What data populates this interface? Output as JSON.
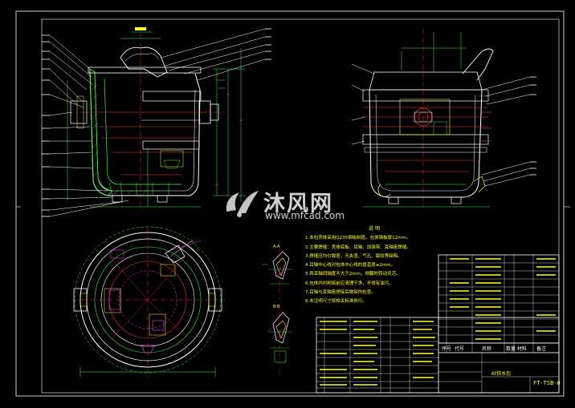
{
  "watermark": {
    "brand": "沐风网",
    "url": "www.mfcad.com"
  },
  "notes": {
    "title": "说 明",
    "lines": [
      "1.本包壳体采用Q235钢板制造，包体钢板厚12mm。",
      "2.主要焊缝：壳体底板、耳轴、加强带、耳轴座焊缝。",
      "3.焊缝应均匀致密，无夹渣、气孔、裂纹等缺陷。",
      "4.耳轴中心线对包体中心线的垂直度≤2mm。",
      "5.两耳轴同轴度不大于2mm，倾翻时转动灵活。",
      "6.包体内衬砌筑前应清理干净，不得有油污。",
      "7.耳轴与耳轴座焊接后做探伤检查。",
      "8.未注明尺寸按相关标准执行。"
    ]
  },
  "section_labels": [
    "A-A",
    "B-B"
  ],
  "title_block": {
    "name": "6t铁水包",
    "drawing_no": "FT-TSB-0",
    "headers": [
      "序号",
      "代号",
      "名称",
      "数量",
      "材料",
      "备注"
    ]
  }
}
